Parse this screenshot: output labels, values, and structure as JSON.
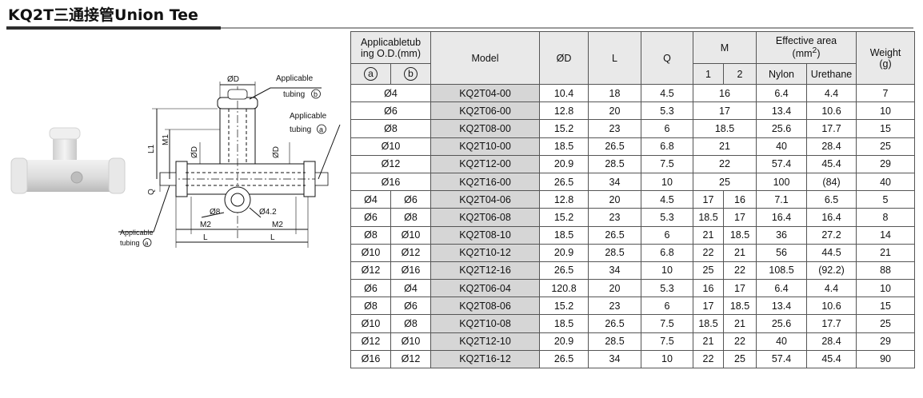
{
  "title": "KQ2T三通接管Union Tee",
  "drawing": {
    "od_top": "ØD",
    "applicable_b_line1": "Applicable",
    "applicable_b_line2": "tubing",
    "applicable_a_line1": "Applicable",
    "applicable_a_line2": "tubing",
    "applicable_a2_line1": "Applicable",
    "applicable_a2_line2": "tubing",
    "circle_b": "b",
    "circle_a": "a",
    "m1": "M1",
    "l1": "L1",
    "od_left": "ØD",
    "od_right": "ØD",
    "q": "Q",
    "hole8": "Ø8",
    "hole42": "Ø4.2",
    "m2_left": "M2",
    "m2_right": "M2",
    "l_left": "L",
    "l_right": "L"
  },
  "table": {
    "headers": {
      "applicable_line1": "Applicabletub",
      "applicable_line2": "ing O.D.(mm)",
      "a": "a",
      "b": "b",
      "model": "Model",
      "od": "ØD",
      "l": "L",
      "q": "Q",
      "m": "M",
      "m1": "1",
      "m2": "2",
      "effective_line1": "Effective area",
      "effective_line2": "(mm",
      "effective_sup": "2",
      "effective_line2_end": ")",
      "nylon": "Nylon",
      "urethane": "Urethane",
      "weight_line1": "Weight",
      "weight_line2": "(g)"
    },
    "equal_rows": [
      {
        "tube": "Ø4",
        "model": "KQ2T04-00",
        "od": "10.4",
        "l": "18",
        "q": "4.5",
        "m": "16",
        "nylon": "6.4",
        "urethane": "4.4",
        "weight": "7"
      },
      {
        "tube": "Ø6",
        "model": "KQ2T06-00",
        "od": "12.8",
        "l": "20",
        "q": "5.3",
        "m": "17",
        "nylon": "13.4",
        "urethane": "10.6",
        "weight": "10"
      },
      {
        "tube": "Ø8",
        "model": "KQ2T08-00",
        "od": "15.2",
        "l": "23",
        "q": "6",
        "m": "18.5",
        "nylon": "25.6",
        "urethane": "17.7",
        "weight": "15"
      },
      {
        "tube": "Ø10",
        "model": "KQ2T10-00",
        "od": "18.5",
        "l": "26.5",
        "q": "6.8",
        "m": "21",
        "nylon": "40",
        "urethane": "28.4",
        "weight": "25"
      },
      {
        "tube": "Ø12",
        "model": "KQ2T12-00",
        "od": "20.9",
        "l": "28.5",
        "q": "7.5",
        "m": "22",
        "nylon": "57.4",
        "urethane": "45.4",
        "weight": "29"
      },
      {
        "tube": "Ø16",
        "model": "KQ2T16-00",
        "od": "26.5",
        "l": "34",
        "q": "10",
        "m": "25",
        "nylon": "100",
        "urethane": "(84)",
        "weight": "40"
      }
    ],
    "reducer_rows": [
      {
        "a": "Ø4",
        "b": "Ø6",
        "model": "KQ2T04-06",
        "od": "12.8",
        "l": "20",
        "q": "4.5",
        "m1": "17",
        "m2": "16",
        "nylon": "7.1",
        "urethane": "6.5",
        "weight": "5"
      },
      {
        "a": "Ø6",
        "b": "Ø8",
        "model": "KQ2T06-08",
        "od": "15.2",
        "l": "23",
        "q": "5.3",
        "m1": "18.5",
        "m2": "17",
        "nylon": "16.4",
        "urethane": "16.4",
        "weight": "8"
      },
      {
        "a": "Ø8",
        "b": "Ø10",
        "model": "KQ2T08-10",
        "od": "18.5",
        "l": "26.5",
        "q": "6",
        "m1": "21",
        "m2": "18.5",
        "nylon": "36",
        "urethane": "27.2",
        "weight": "14"
      },
      {
        "a": "Ø10",
        "b": "Ø12",
        "model": "KQ2T10-12",
        "od": "20.9",
        "l": "28.5",
        "q": "6.8",
        "m1": "22",
        "m2": "21",
        "nylon": "56",
        "urethane": "44.5",
        "weight": "21"
      },
      {
        "a": "Ø12",
        "b": "Ø16",
        "model": "KQ2T12-16",
        "od": "26.5",
        "l": "34",
        "q": "10",
        "m1": "25",
        "m2": "22",
        "nylon": "108.5",
        "urethane": "(92.2)",
        "weight": "88"
      },
      {
        "a": "Ø6",
        "b": "Ø4",
        "model": "KQ2T06-04",
        "od": "120.8",
        "l": "20",
        "q": "5.3",
        "m1": "16",
        "m2": "17",
        "nylon": "6.4",
        "urethane": "4.4",
        "weight": "10"
      },
      {
        "a": "Ø8",
        "b": "Ø6",
        "model": "KQ2T08-06",
        "od": "15.2",
        "l": "23",
        "q": "6",
        "m1": "17",
        "m2": "18.5",
        "nylon": "13.4",
        "urethane": "10.6",
        "weight": "15"
      },
      {
        "a": "Ø10",
        "b": "Ø8",
        "model": "KQ2T10-08",
        "od": "18.5",
        "l": "26.5",
        "q": "7.5",
        "m1": "18.5",
        "m2": "21",
        "nylon": "25.6",
        "urethane": "17.7",
        "weight": "25"
      },
      {
        "a": "Ø12",
        "b": "Ø10",
        "model": "KQ2T12-10",
        "od": "20.9",
        "l": "28.5",
        "q": "7.5",
        "m1": "21",
        "m2": "22",
        "nylon": "40",
        "urethane": "28.4",
        "weight": "29"
      },
      {
        "a": "Ø16",
        "b": "Ø12",
        "model": "KQ2T16-12",
        "od": "26.5",
        "l": "34",
        "q": "10",
        "m1": "22",
        "m2": "25",
        "nylon": "57.4",
        "urethane": "45.4",
        "weight": "90"
      }
    ]
  }
}
